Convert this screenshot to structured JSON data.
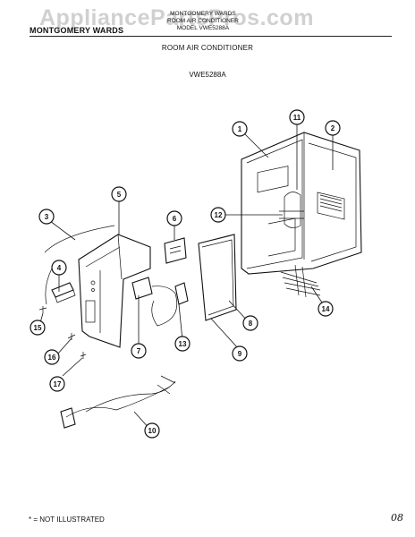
{
  "header": {
    "watermark": "AppliancePartsPros.com",
    "brand_left": "MONTGOMERY WARDS",
    "brand_stack": [
      "MONTGOMERY WARDS",
      "ROOM AIR CONDITIONER",
      "MODEL VWE5288A"
    ],
    "title": "ROOM AIR CONDITIONER",
    "model": "VWE5288A"
  },
  "callouts": [
    "1",
    "2",
    "3",
    "4",
    "5",
    "6",
    "7",
    "8",
    "9",
    "10",
    "11",
    "12",
    "13",
    "14",
    "15",
    "16",
    "17"
  ],
  "footer": {
    "note": "* = NOT ILLUSTRATED",
    "page_mark": "08"
  }
}
